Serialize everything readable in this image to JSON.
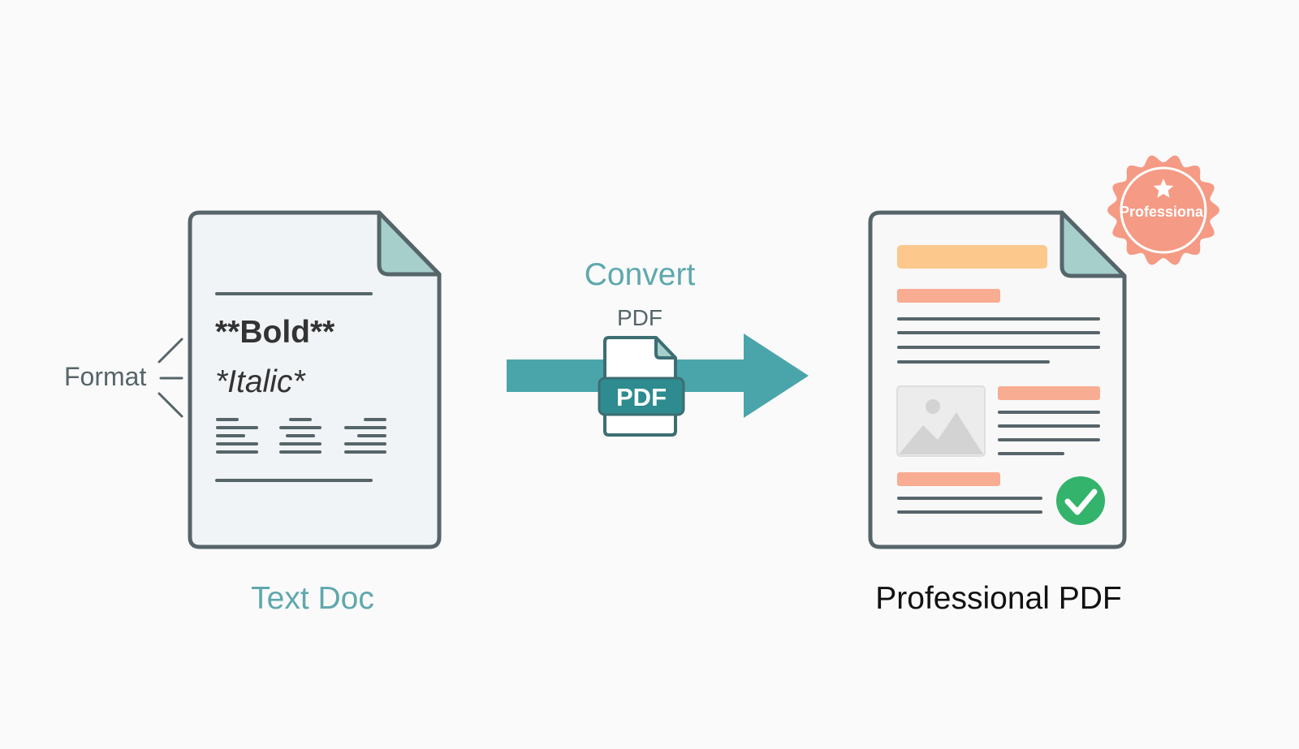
{
  "source_doc": {
    "bold_text": "**Bold**",
    "italic_text": "*Italic*",
    "format_label": "Format",
    "caption": "Text Doc"
  },
  "conversion": {
    "convert_label": "Convert",
    "pdf_label_above": "PDF",
    "pdf_badge_text": "PDF"
  },
  "output_doc": {
    "seal_text": "Professional",
    "caption": "Professional PDF"
  },
  "colors": {
    "outline": "#56656a",
    "paper": "#f1f4f6",
    "fold": "#a6cfcc",
    "teal": "#4aa5ab",
    "teal_dark": "#2e8b8f",
    "orange_light": "#fcc88c",
    "salmon": "#f8ac91",
    "seal": "#f59a84",
    "check_green": "#33b36b",
    "caption_teal": "#5fa8ad"
  },
  "icons": {
    "seal_star": "star-icon",
    "check": "checkmark-icon",
    "image_placeholder": "image-icon",
    "document": "document-icon"
  }
}
